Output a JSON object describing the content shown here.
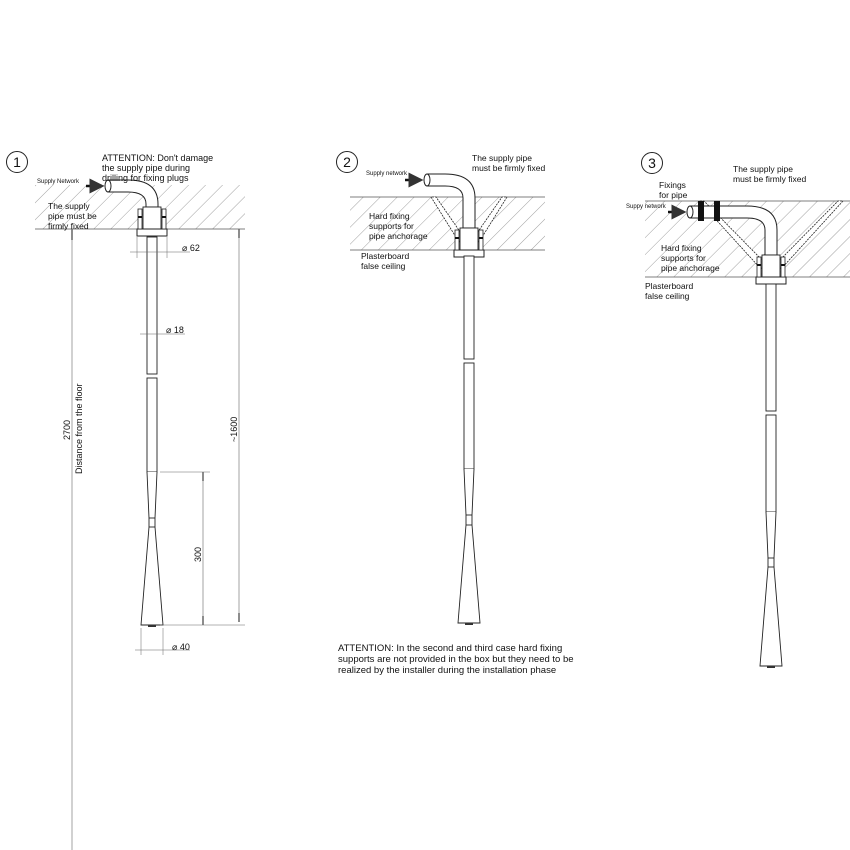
{
  "figures": [
    {
      "number": "1",
      "attention": "ATTENTION: Don't damage\nthe supply pipe during\ndrilling for fixing plugs",
      "supply_label": "Supply Network",
      "pipe_fixed": "The supply\npipe must be\nfirmly fixed",
      "dimensions": {
        "base_diameter": "62",
        "pole_diameter": "18",
        "foot_diameter": "40",
        "taper_length": "300",
        "total_length": "~1600",
        "floor_distance": "2700",
        "floor_label": "Distance from the floor"
      }
    },
    {
      "number": "2",
      "supply_label": "Supply network",
      "pipe_fixed": "The supply pipe\nmust be firmly fixed",
      "supports": "Hard fixing\nsupports for\npipe anchorage",
      "ceiling": "Plasterboard\nfalse ceiling"
    },
    {
      "number": "3",
      "supply_label": "Suppy network",
      "pipe_fixed": "The supply pipe\nmust be firmly fixed",
      "fixings": "Fixings\nfor pipe",
      "supports": "Hard fixing\nsupports for\npipe anchorage",
      "ceiling": "Plasterboard\nfalse ceiling"
    }
  ],
  "note": "ATTENTION: In the second and third case hard fixing supports are not provided in the box but they need to be realized by the installer during the installation phase",
  "colors": {
    "line": "#222222",
    "hatch": "#888888",
    "dim": "#666666"
  }
}
